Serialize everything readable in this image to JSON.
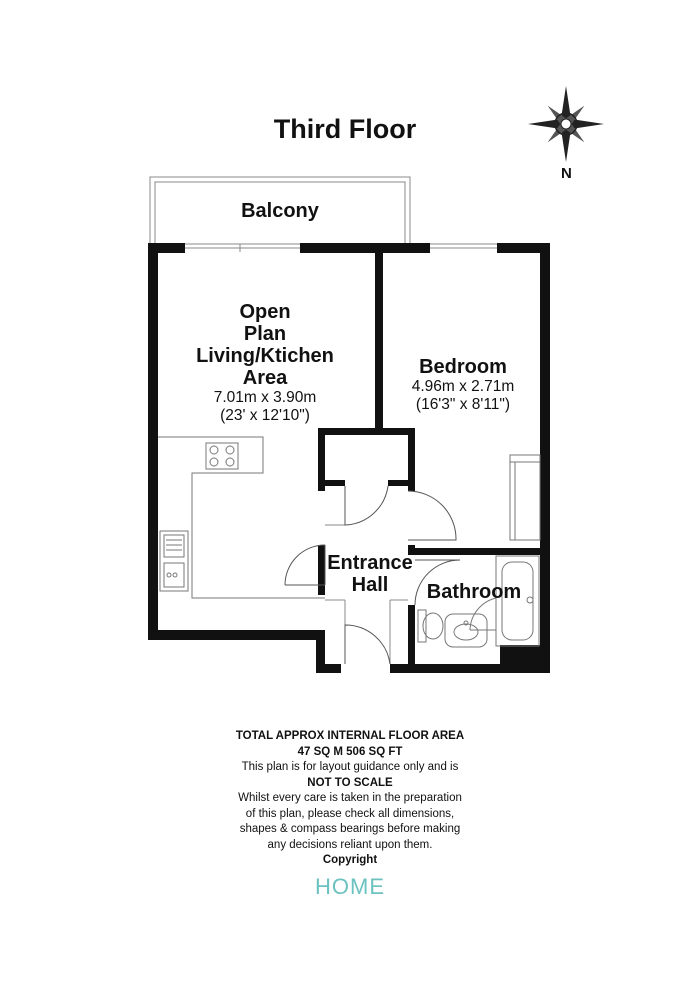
{
  "title": "Third Floor",
  "compass": {
    "label": "N",
    "icon": "compass-rose-icon"
  },
  "rooms": {
    "balcony": {
      "name": "Balcony"
    },
    "living": {
      "name_lines": [
        "Open",
        "Plan",
        "Living/Ktichen",
        "Area"
      ],
      "metric": "7.01m x 3.90m",
      "imperial": "(23' x 12'10\")"
    },
    "bedroom": {
      "name": "Bedroom",
      "metric": "4.96m x 2.71m",
      "imperial": "(16'3\" x 8'11\")"
    },
    "hall": {
      "name_lines": [
        "Entrance",
        "Hall"
      ]
    },
    "bathroom": {
      "name": "Bathroom"
    }
  },
  "footer": {
    "line1": "TOTAL APPROX INTERNAL FLOOR AREA",
    "line2": "47 SQ M 506 SQ FT",
    "line3": "This plan is for layout guidance only and is",
    "line4": "NOT TO SCALE",
    "line5": "Whilst every care is taken in the preparation",
    "line6": "of this plan, please check all dimensions,",
    "line7": "shapes & compass bearings before making",
    "line8": "any decisions reliant upon them.",
    "line9": "Copyright"
  },
  "brand": "HOME",
  "colors": {
    "wall": "#111111",
    "brand": "#6cc2c1",
    "fixture": "#777777"
  }
}
